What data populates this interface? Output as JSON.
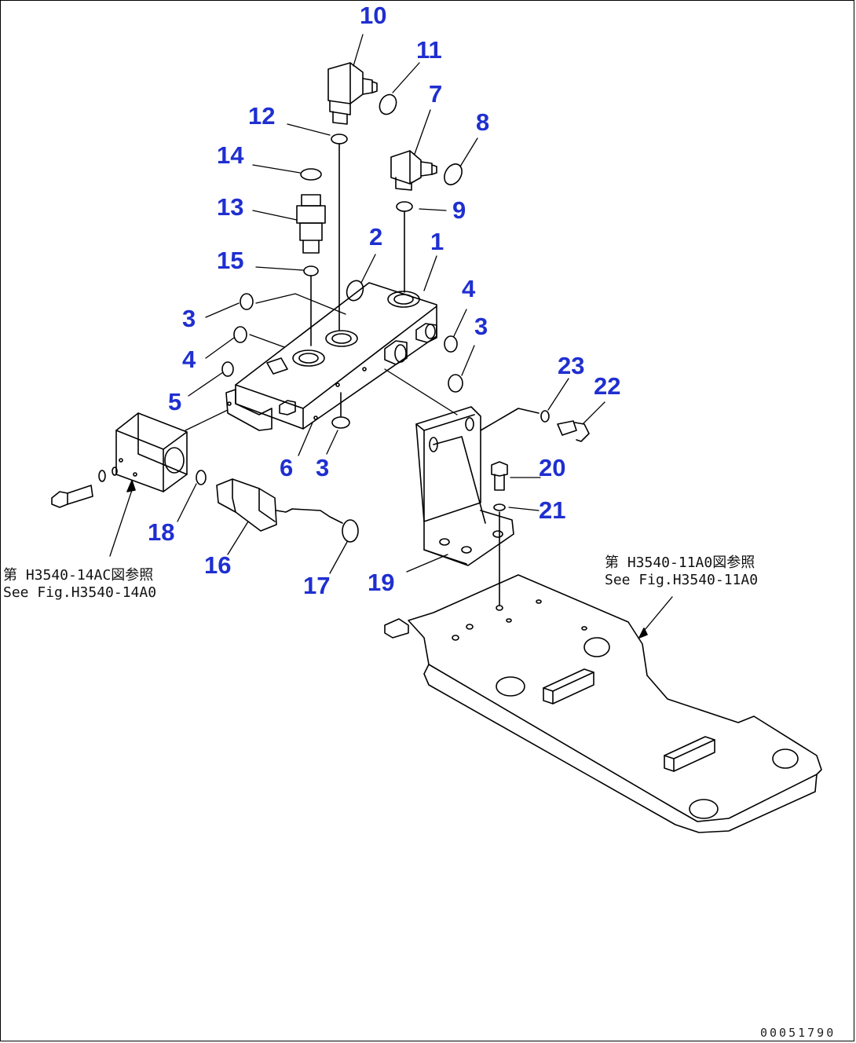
{
  "diagram": {
    "callouts": [
      {
        "id": "c10",
        "label": "10"
      },
      {
        "id": "c11",
        "label": "11"
      },
      {
        "id": "c12",
        "label": "12"
      },
      {
        "id": "c7",
        "label": "7"
      },
      {
        "id": "c8",
        "label": "8"
      },
      {
        "id": "c14",
        "label": "14"
      },
      {
        "id": "c13",
        "label": "13"
      },
      {
        "id": "c9",
        "label": "9"
      },
      {
        "id": "c2",
        "label": "2"
      },
      {
        "id": "c1",
        "label": "1"
      },
      {
        "id": "c15",
        "label": "15"
      },
      {
        "id": "c4a",
        "label": "4"
      },
      {
        "id": "c3a",
        "label": "3"
      },
      {
        "id": "c3b",
        "label": "3"
      },
      {
        "id": "c4b",
        "label": "4"
      },
      {
        "id": "c5",
        "label": "5"
      },
      {
        "id": "c23",
        "label": "23"
      },
      {
        "id": "c22",
        "label": "22"
      },
      {
        "id": "c6",
        "label": "6"
      },
      {
        "id": "c3c",
        "label": "3"
      },
      {
        "id": "c20",
        "label": "20"
      },
      {
        "id": "c21",
        "label": "21"
      },
      {
        "id": "c18",
        "label": "18"
      },
      {
        "id": "c16",
        "label": "16"
      },
      {
        "id": "c17",
        "label": "17"
      },
      {
        "id": "c19",
        "label": "19"
      }
    ],
    "references": {
      "left": {
        "line1": "第 H3540-14AC図参照",
        "line2": "See Fig.H3540-14A0"
      },
      "right": {
        "line1": "第 H3540-11A0図参照",
        "line2": "See Fig.H3540-11A0"
      }
    },
    "document_id": "00051790"
  }
}
